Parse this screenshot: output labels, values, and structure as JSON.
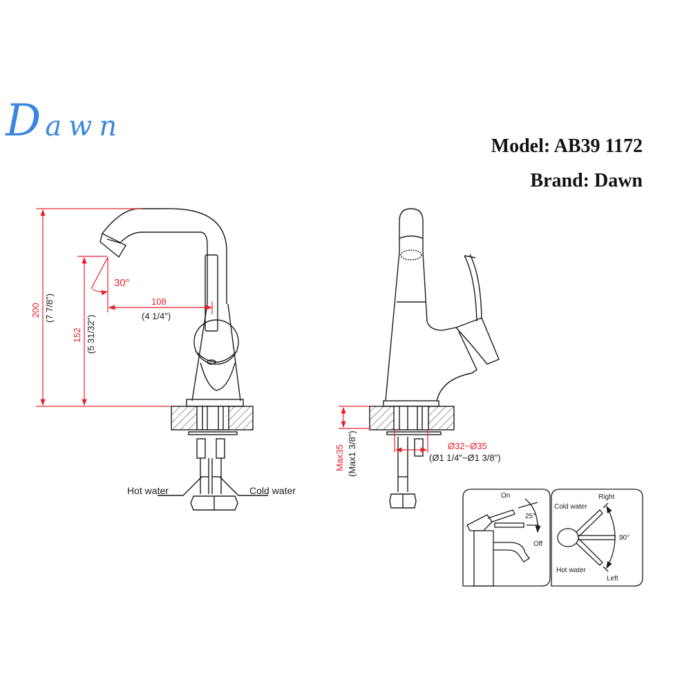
{
  "logo": {
    "initial": "D",
    "rest": "awn",
    "color": "#3a86e0"
  },
  "header": {
    "model_label": "Model: AB39 1172",
    "brand_label": "Brand: Dawn"
  },
  "colors": {
    "dimension": "#e8202a",
    "line": "#1a1a1a",
    "logo": "#3a86e0"
  },
  "front_view": {
    "height_total_mm": "200",
    "height_total_in": "(7 7/8\")",
    "spout_height_mm": "152",
    "spout_height_in": "(5 31/32\")",
    "spout_reach_mm": "108",
    "spout_reach_in": "(4 1/4\")",
    "spout_angle": "30°",
    "hot_label": "Hot water",
    "cold_label": "Cold water"
  },
  "side_view": {
    "deck_thickness_mm": "Max35",
    "deck_thickness_in": "(Max1 3/8\")",
    "hole_diameter_mm": "Ø32~Ø35",
    "hole_diameter_in": "(Ø1 1/4\"~Ø1 3/8\")"
  },
  "operation_panel": {
    "lever_tilt": {
      "on": "On",
      "off": "Off",
      "angle": "25°"
    },
    "lever_rotate": {
      "right": "Right",
      "left": "Left",
      "cold": "Cold water",
      "hot": "Hot water",
      "angle": "90°"
    }
  }
}
